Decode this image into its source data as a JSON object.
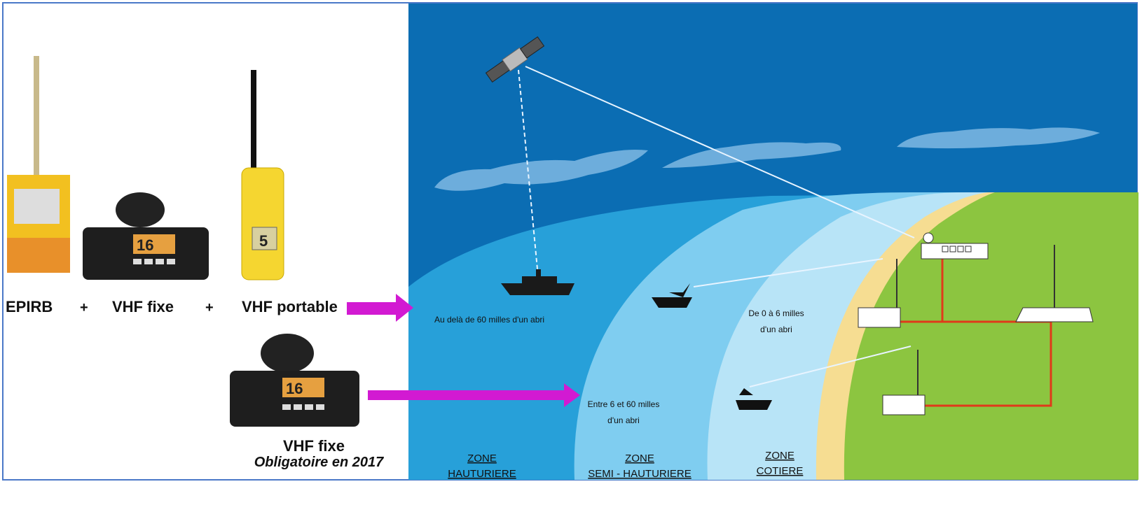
{
  "equipment": {
    "epirb": "EPIRB",
    "plus1": "+",
    "vhf_fixe": "VHF fixe",
    "plus2": "+",
    "vhf_portable": "VHF portable",
    "vhf_fixe_2": "VHF fixe",
    "obligatoire": "Obligatoire en 2017",
    "radio_display": "16",
    "portable_display": "5"
  },
  "zones": {
    "hauturiere": {
      "line1": "ZONE",
      "line2": "HAUTURIERE",
      "desc": "Au delà de 60 milles d'un abri"
    },
    "semi": {
      "line1": "ZONE",
      "line2": "SEMI - HAUTURIERE",
      "desc1": "Entre 6 et 60 milles",
      "desc2": "d'un abri"
    },
    "cotiere": {
      "line1": "ZONE",
      "line2": "COTIERE",
      "desc1": "De 0 à 6 milles",
      "desc2": "d'un abri"
    }
  },
  "colors": {
    "sky": "#0b6db3",
    "hauturiere": "#27a0d9",
    "semi": "#7fcdf0",
    "cotiere": "#b8e4f7",
    "sand": "#f6dd92",
    "land": "#8cc540",
    "arrow": "#d21ad2",
    "link": "#e03a1a"
  }
}
